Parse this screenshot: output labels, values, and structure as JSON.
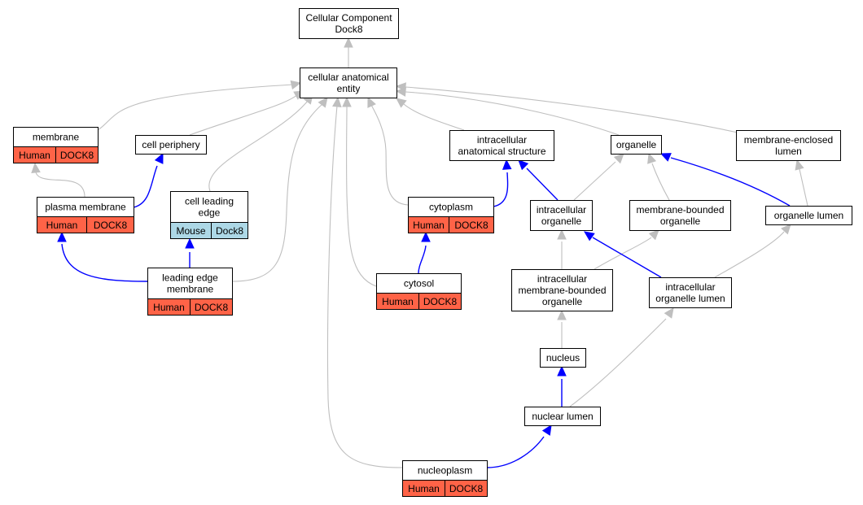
{
  "colors": {
    "human": "#ff6347",
    "mouse": "#add8e6",
    "edge_default": "#bfbfbf",
    "edge_annotated": "#0000ff",
    "node_border": "#000000",
    "node_fill": "#ffffff"
  },
  "nodes": {
    "cellular_component": {
      "lines": [
        "Cellular Component",
        "Dock8"
      ]
    },
    "cellular_anatomical_entity": {
      "lines": [
        "cellular anatomical",
        "entity"
      ]
    },
    "membrane": {
      "lines": [
        "membrane"
      ],
      "cells": [
        "Human",
        "DOCK8"
      ],
      "species": "human"
    },
    "cell_periphery": {
      "lines": [
        "cell periphery"
      ]
    },
    "plasma_membrane": {
      "lines": [
        "plasma membrane"
      ],
      "cells": [
        "Human",
        "DOCK8"
      ],
      "species": "human"
    },
    "cell_leading_edge": {
      "lines": [
        "cell leading",
        "edge"
      ],
      "cells": [
        "Mouse",
        "Dock8"
      ],
      "species": "mouse"
    },
    "leading_edge_membrane": {
      "lines": [
        "leading edge",
        "membrane"
      ],
      "cells": [
        "Human",
        "DOCK8"
      ],
      "species": "human"
    },
    "intracellular_anatomical_structure": {
      "lines": [
        "intracellular",
        "anatomical structure"
      ]
    },
    "cytoplasm": {
      "lines": [
        "cytoplasm"
      ],
      "cells": [
        "Human",
        "DOCK8"
      ],
      "species": "human"
    },
    "cytosol": {
      "lines": [
        "cytosol"
      ],
      "cells": [
        "Human",
        "DOCK8"
      ],
      "species": "human"
    },
    "organelle": {
      "lines": [
        "organelle"
      ]
    },
    "membrane_enclosed_lumen": {
      "lines": [
        "membrane-enclosed",
        "lumen"
      ]
    },
    "intracellular_organelle": {
      "lines": [
        "intracellular",
        "organelle"
      ]
    },
    "membrane_bounded_organelle": {
      "lines": [
        "membrane-bounded",
        "organelle"
      ]
    },
    "organelle_lumen": {
      "lines": [
        "organelle lumen"
      ]
    },
    "intracellular_membrane_bounded_organelle": {
      "lines": [
        "intracellular",
        "membrane-bounded",
        "organelle"
      ]
    },
    "intracellular_organelle_lumen": {
      "lines": [
        "intracellular",
        "organelle lumen"
      ]
    },
    "nucleus": {
      "lines": [
        "nucleus"
      ]
    },
    "nuclear_lumen": {
      "lines": [
        "nuclear lumen"
      ]
    },
    "nucleoplasm": {
      "lines": [
        "nucleoplasm"
      ],
      "cells": [
        "Human",
        "DOCK8"
      ],
      "species": "human"
    }
  },
  "edges": [
    {
      "from": "cellular_anatomical_entity",
      "to": "cellular_component",
      "type": "is_a"
    },
    {
      "from": "membrane",
      "to": "cellular_anatomical_entity",
      "type": "is_a"
    },
    {
      "from": "cell_periphery",
      "to": "cellular_anatomical_entity",
      "type": "is_a"
    },
    {
      "from": "cell_leading_edge",
      "to": "cellular_anatomical_entity",
      "type": "is_a"
    },
    {
      "from": "leading_edge_membrane",
      "to": "cellular_anatomical_entity",
      "type": "is_a"
    },
    {
      "from": "nucleoplasm",
      "to": "cellular_anatomical_entity",
      "type": "is_a"
    },
    {
      "from": "cytosol",
      "to": "cellular_anatomical_entity",
      "type": "is_a"
    },
    {
      "from": "cytoplasm",
      "to": "cellular_anatomical_entity",
      "type": "is_a"
    },
    {
      "from": "intracellular_anatomical_structure",
      "to": "cellular_anatomical_entity",
      "type": "is_a"
    },
    {
      "from": "organelle",
      "to": "cellular_anatomical_entity",
      "type": "is_a"
    },
    {
      "from": "membrane_enclosed_lumen",
      "to": "cellular_anatomical_entity",
      "type": "is_a"
    },
    {
      "from": "plasma_membrane",
      "to": "membrane",
      "type": "is_a"
    },
    {
      "from": "plasma_membrane",
      "to": "cell_periphery",
      "type": "part_of"
    },
    {
      "from": "leading_edge_membrane",
      "to": "cell_leading_edge",
      "type": "part_of"
    },
    {
      "from": "leading_edge_membrane",
      "to": "plasma_membrane",
      "type": "part_of"
    },
    {
      "from": "cytoplasm",
      "to": "intracellular_anatomical_structure",
      "type": "part_of"
    },
    {
      "from": "cytosol",
      "to": "cytoplasm",
      "type": "part_of"
    },
    {
      "from": "intracellular_organelle",
      "to": "intracellular_anatomical_structure",
      "type": "part_of"
    },
    {
      "from": "intracellular_organelle",
      "to": "organelle",
      "type": "is_a"
    },
    {
      "from": "membrane_bounded_organelle",
      "to": "organelle",
      "type": "is_a"
    },
    {
      "from": "organelle_lumen",
      "to": "organelle",
      "type": "part_of"
    },
    {
      "from": "organelle_lumen",
      "to": "membrane_enclosed_lumen",
      "type": "is_a"
    },
    {
      "from": "intracellular_membrane_bounded_organelle",
      "to": "intracellular_organelle",
      "type": "is_a"
    },
    {
      "from": "intracellular_membrane_bounded_organelle",
      "to": "membrane_bounded_organelle",
      "type": "is_a"
    },
    {
      "from": "intracellular_organelle_lumen",
      "to": "intracellular_organelle",
      "type": "part_of"
    },
    {
      "from": "intracellular_organelle_lumen",
      "to": "organelle_lumen",
      "type": "is_a"
    },
    {
      "from": "nucleus",
      "to": "intracellular_membrane_bounded_organelle",
      "type": "is_a"
    },
    {
      "from": "nuclear_lumen",
      "to": "nucleus",
      "type": "part_of"
    },
    {
      "from": "nuclear_lumen",
      "to": "intracellular_organelle_lumen",
      "type": "is_a"
    },
    {
      "from": "nucleoplasm",
      "to": "nuclear_lumen",
      "type": "part_of"
    }
  ]
}
